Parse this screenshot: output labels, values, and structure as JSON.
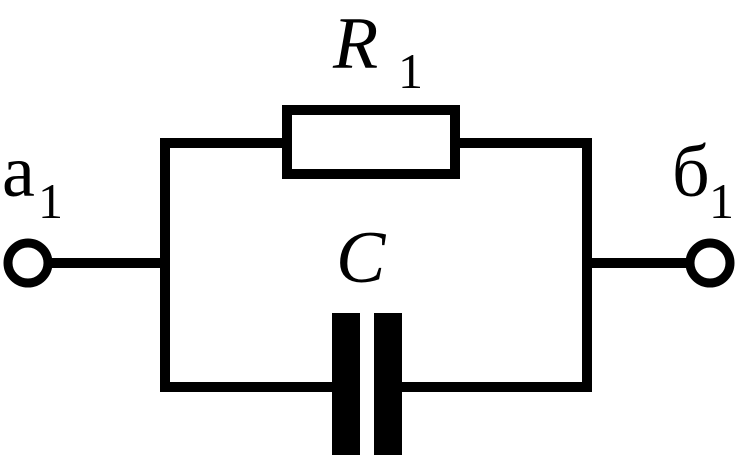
{
  "labels": {
    "resistor": {
      "main": "R",
      "sub": "1"
    },
    "capacitor": {
      "main": "C"
    },
    "terminal_left": {
      "main": "а",
      "sub": "1"
    },
    "terminal_right": {
      "main": "б",
      "sub": "1"
    }
  }
}
